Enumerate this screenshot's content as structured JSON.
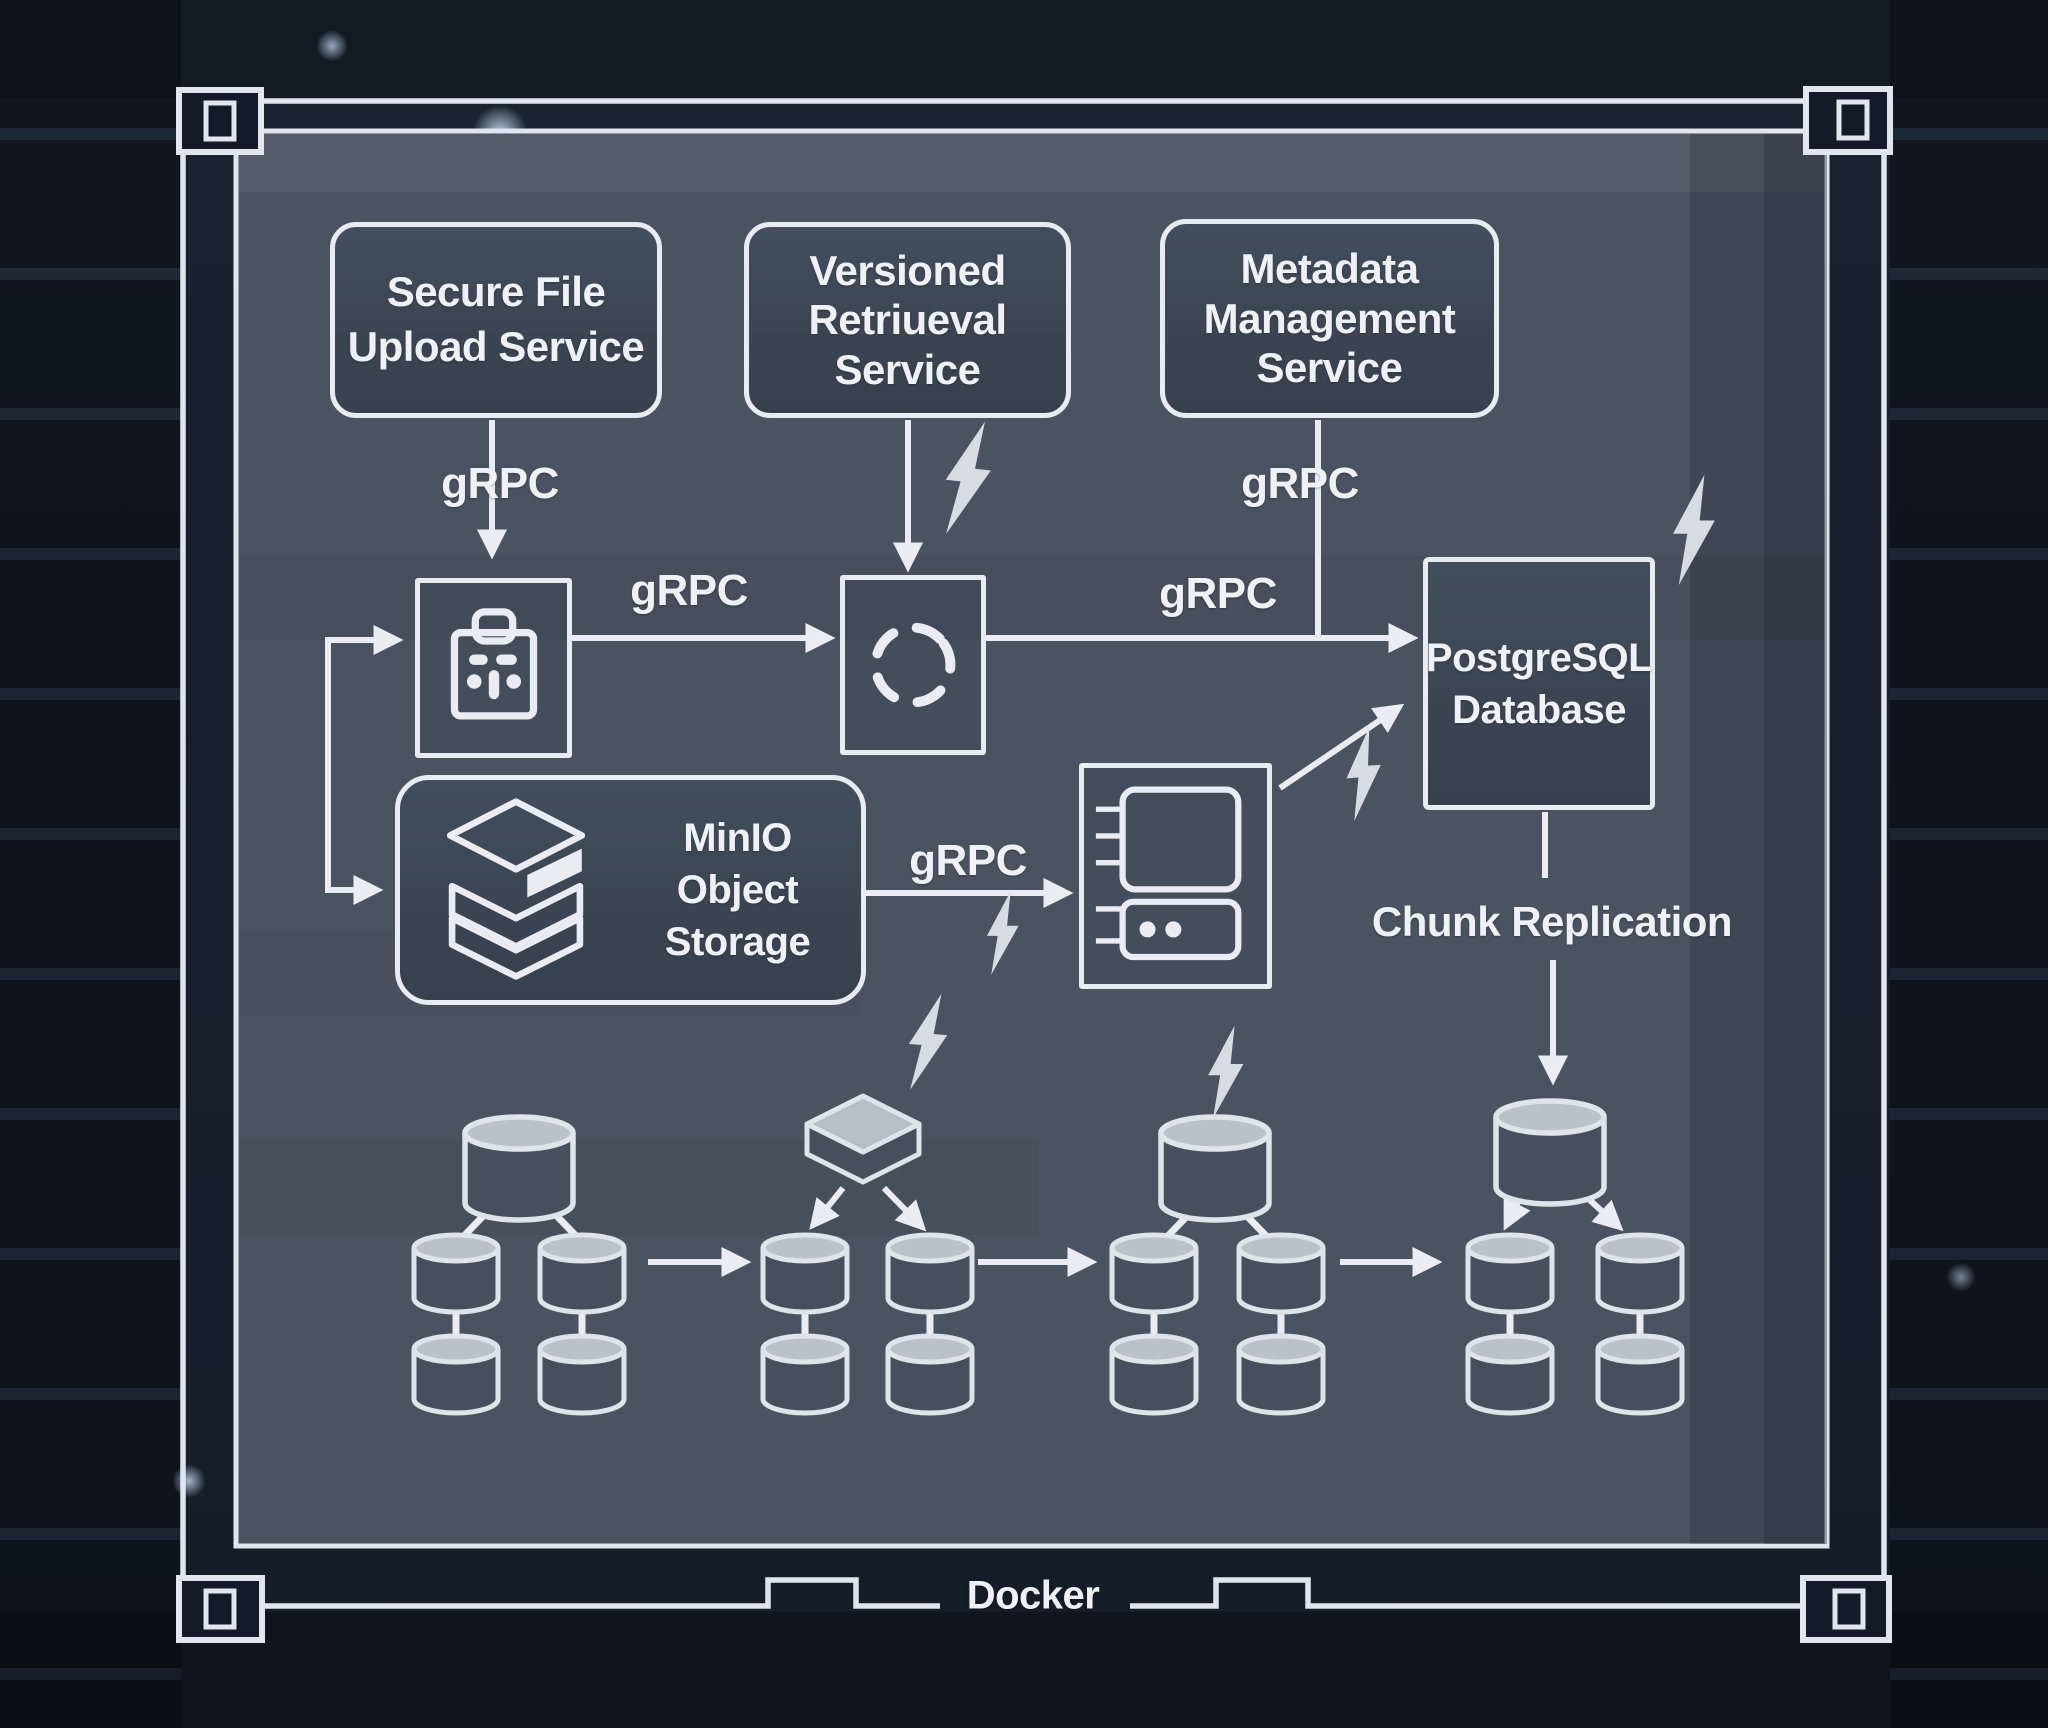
{
  "container": {
    "label": "Docker"
  },
  "nodes": {
    "secure_upload": {
      "lines": [
        "Secure File",
        "Upload Service"
      ]
    },
    "versioned_retrieval": {
      "lines": [
        "Versioned",
        "Retriueval",
        "Service"
      ]
    },
    "metadata_mgmt": {
      "lines": [
        "Metadata",
        "Management",
        "Service"
      ]
    },
    "minio": {
      "lines": [
        "MinIO",
        "Object Storage"
      ]
    },
    "postgres": {
      "lines": [
        "PostgreSQL",
        "Database"
      ]
    }
  },
  "edge_labels": {
    "upload_grpc": "gRPC",
    "ingest_grpc": "gRPC",
    "metadata_grpc": "gRPC",
    "to_postgres_grpc": "gRPC",
    "storage_grpc": "gRPC",
    "chunk_replication": "Chunk Replication"
  },
  "icons": {
    "briefcase_icon": "briefcase",
    "process_icon": "segmented-circle",
    "minio_icon": "stacked-layers",
    "server_icon": "server-rack",
    "database_icon": "database-cylinder",
    "cube_icon": "cube",
    "lightning_icon": "lightning-bolt",
    "corner_bracket_icon": "square-bracket"
  },
  "colors": {
    "background": "#161f2b",
    "panel": "#4a5460",
    "node_fill": "#3d4754",
    "line": "#e9edf3",
    "text": "#eef2f7",
    "lightning": "#d6dce3",
    "cylinder_top": "#b9c1ca",
    "cylinder_body": "#46505d"
  }
}
